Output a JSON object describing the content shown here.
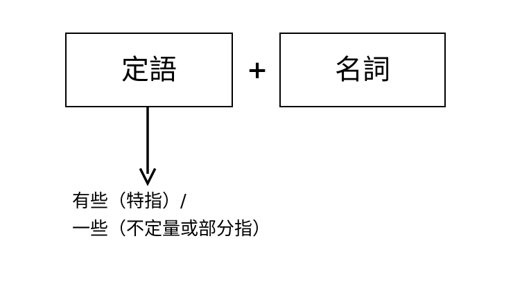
{
  "left_box": {
    "label": "定語"
  },
  "operator": "+",
  "right_box": {
    "label": "名詞"
  },
  "notes": [
    "有些（特指）/",
    "一些（不定量或部分指）"
  ]
}
